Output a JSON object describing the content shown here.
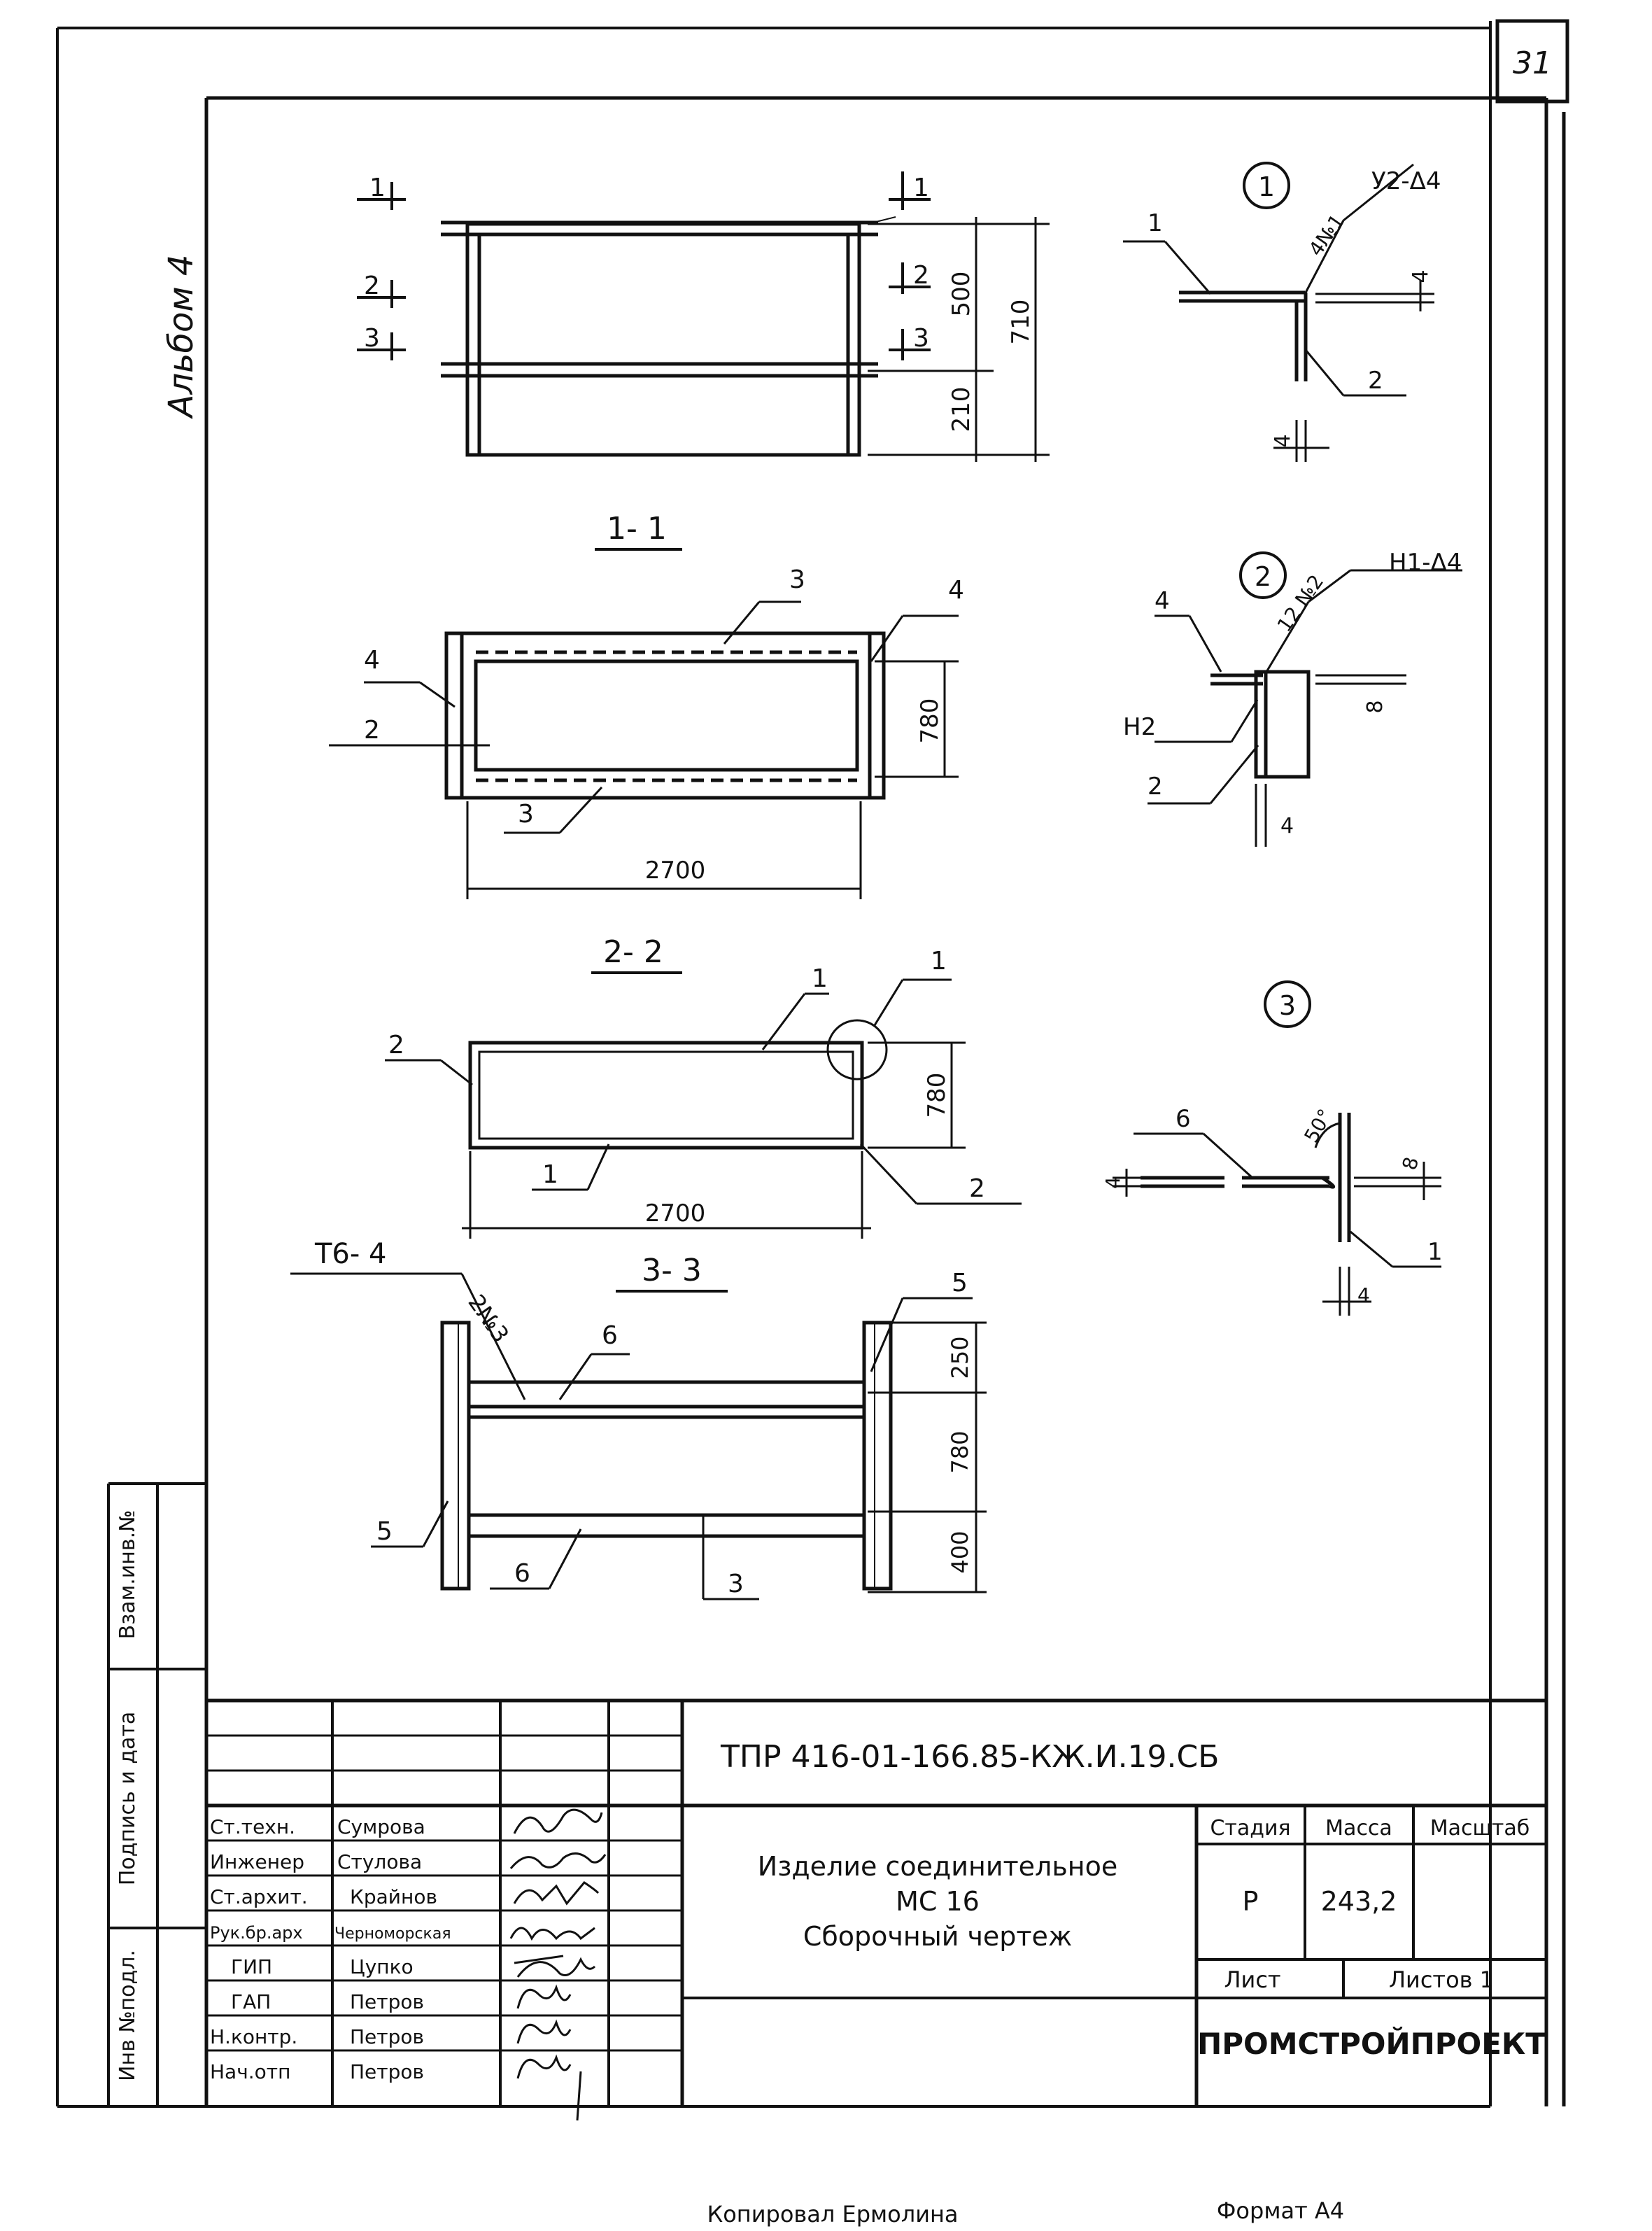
{
  "sheet_number": "31",
  "album_label": "Альбом 4",
  "front_view": {
    "cut_marks": [
      "1",
      "2",
      "3",
      "1",
      "2",
      "3"
    ],
    "dims": [
      "500",
      "210",
      "710"
    ]
  },
  "section_1_1": {
    "title": "1- 1",
    "callouts": [
      "3",
      "4",
      "4",
      "2",
      "3"
    ],
    "dims": [
      "780",
      "2700"
    ]
  },
  "section_2_2": {
    "title": "2- 2",
    "callouts": [
      "1",
      "1",
      "2",
      "1",
      "2"
    ],
    "dims": [
      "780",
      "2700"
    ]
  },
  "section_3_3": {
    "title": "3- 3",
    "weld_label": "Т6- 4",
    "weld_note": "2№3",
    "callouts": [
      "6",
      "5",
      "5",
      "6",
      "3"
    ],
    "dims": [
      "250",
      "780",
      "400"
    ]
  },
  "detail_1": {
    "number": "1",
    "weld_label": "У2-Δ4",
    "weld_note": "4№1",
    "callouts": [
      "1",
      "2"
    ],
    "dims": [
      "4",
      "4"
    ]
  },
  "detail_2": {
    "number": "2",
    "weld_label": "Н1-Δ4",
    "weld_note": "12 №2",
    "callouts": [
      "4",
      "Н2",
      "2"
    ],
    "dims": [
      "8",
      "4"
    ]
  },
  "detail_3": {
    "number": "3",
    "angle": "50°",
    "callouts": [
      "6",
      "1"
    ],
    "dims": [
      "4",
      "8",
      "4"
    ]
  },
  "side_stamp": {
    "labels": [
      "Взам.инв.№",
      "Подпись и дата",
      "Инв №подл."
    ]
  },
  "title_block": {
    "document_code": "ТПР 416-01-166.85-КЖ.И.19.СБ",
    "title_lines": [
      "Изделие соединительное",
      "МС 16",
      "Сборочный чертеж"
    ],
    "roles": [
      "Ст.техн.",
      "Инженер",
      "Ст.архит.",
      "Рук.бр.арх",
      "ГИП",
      "ГАП",
      "Н.контр.",
      "Нач.отп"
    ],
    "names": [
      "Сумрова",
      "Стулова",
      "Крайнов",
      "Черноморская",
      "Цупко",
      "Петров",
      "Петров",
      "Петров"
    ],
    "stage_header": "Стадия",
    "mass_header": "Масса",
    "scale_header": "Масштаб",
    "stage_value": "Р",
    "mass_value": "243,2",
    "sheet_label": "Лист",
    "sheets_label": "Листов 1",
    "organization": "ПРОМСТРОЙПРОЕКТ"
  },
  "footer": {
    "copied_by": "Копировал Ермолина",
    "format": "Формат А4"
  }
}
